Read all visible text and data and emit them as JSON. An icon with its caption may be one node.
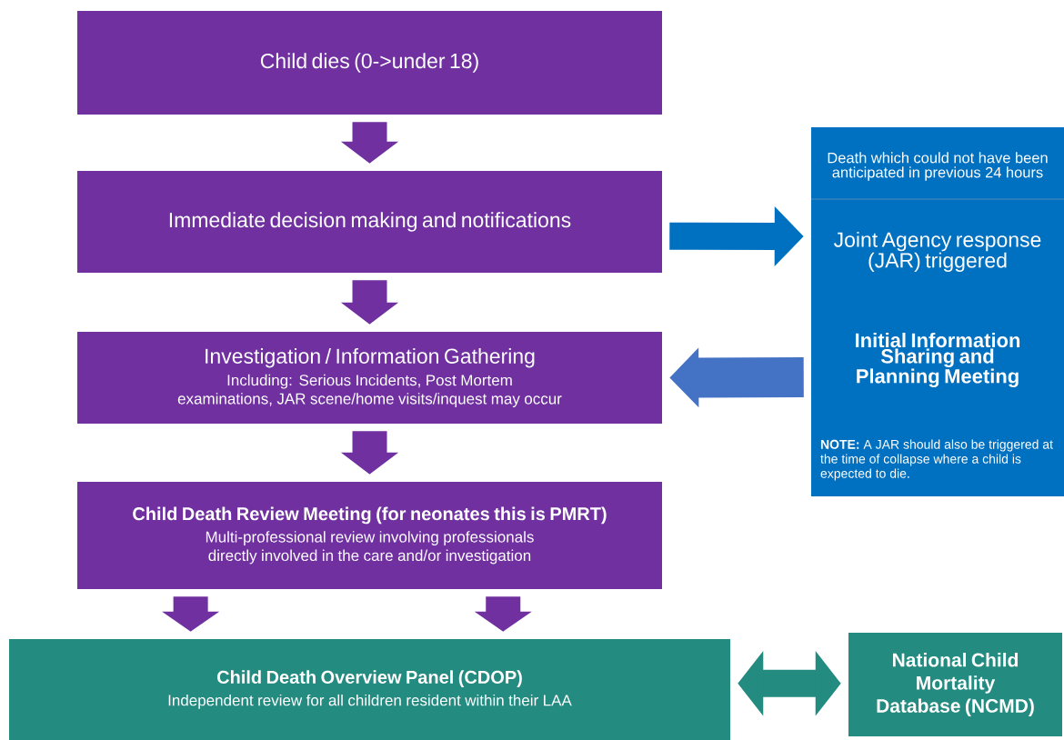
{
  "diagram": {
    "nodes": [
      {
        "text": [
          "Child dies (0->under 18)"
        ]
      },
      {
        "text": [
          "Immediate decision making and notifications"
        ]
      },
      {
        "text": [
          "Investigation / Information Gathering",
          "Including: Serious Incidents, Post Mortem examinations, JAR scene/home visits/inquest may occur"
        ]
      },
      {
        "text": [
          "Child Death Review Meeting (for neonates this is PMRT)",
          "Multi-professional review involving professionals directly involved in the care and/or investigation"
        ]
      },
      {
        "text": [
          "Child Death Overview Panel (CDOP)",
          "Independent review for all children resident within their LAA"
        ]
      },
      {
        "text": [
          "Death which could not have been anticipated in previous 24 hours",
          "Joint Agency response (JAR) triggered",
          "Initial Information Sharing and Planning Meeting",
          "**NOTE:** A JAR should also be triggered at the time of collapse where a child is expected to die."
        ]
      },
      {
        "text": [
          "National Child Mortality Database (NCMD)"
        ]
      }
    ],
    "edges": [
      {
        "from": 0,
        "to": 1,
        "arrow": "to"
      },
      {
        "from": 1,
        "to": 2,
        "arrow": "to"
      },
      {
        "from": 2,
        "to": 3,
        "arrow": "to"
      },
      {
        "from": 3,
        "to": 4,
        "arrow": "to"
      },
      {
        "from": 3,
        "to": 4,
        "arrow": "to"
      },
      {
        "from": 1,
        "to": 5,
        "arrow": "to",
        "color": "#0070c0"
      },
      {
        "from": 5,
        "to": 2,
        "arrow": "to",
        "color": "#4472c4"
      },
      {
        "from": 4,
        "to": 6,
        "arrow": "both",
        "color": "#238b80"
      }
    ]
  }
}
